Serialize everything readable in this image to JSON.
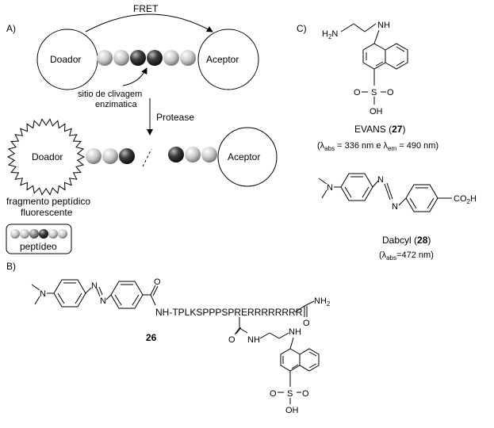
{
  "panel_a": {
    "label": "A)",
    "fret": "FRET",
    "donor": "Doador",
    "acceptor": "Aceptor",
    "cleavage_line1": "sitio de clivagem",
    "cleavage_line2": "enzimatica",
    "protease": "Protease",
    "donor_fluor": "Doador",
    "acceptor2": "Aceptor",
    "fragment_line1": "fragmento peptídico",
    "fragment_line2": "fluorescente",
    "legend_label": "peptídeo"
  },
  "panel_b": {
    "label": "B)",
    "peptide": "NH-TPLKSPPPSPRERRRRRRRR",
    "nh2": "NH",
    "nh2_sub": "2",
    "nh1": "N",
    "nh1_h": "H",
    "nh_amine": "NH",
    "o1": "O",
    "o2": "O",
    "o3": "O",
    "o4": "O",
    "s": "S",
    "o5": "O",
    "oh": "OH",
    "n_dimethyl": "N",
    "n_azo1": "N",
    "n_azo2": "N",
    "compound": "26"
  },
  "panel_c": {
    "label": "C)",
    "h2n_h": "H",
    "h2n_sub": "2",
    "h2n_n": "N",
    "nh": "N",
    "nh_h": "H",
    "s": "S",
    "o_left": "O",
    "o_right": "O",
    "oh": "OH",
    "evans_name": "EVANS (",
    "evans_num": "27",
    "evans_close": ")",
    "evans_lambda": "(λ",
    "evans_abs": "abs",
    "evans_abs_val": " = 336 nm e λ",
    "evans_em": "em",
    "evans_em_val": " = 490 nm)",
    "n_dimethyl": "N",
    "n_azo1": "N",
    "n_azo2": "N",
    "co2h_co": "CO",
    "co2h_2": "2",
    "co2h_h": "H",
    "dabcyl_name": "Dabcyl (",
    "dabcyl_num": "28",
    "dabcyl_close": ")",
    "dabcyl_lambda": "(λ",
    "dabcyl_abs": "abs",
    "dabcyl_val": "=472 nm)"
  },
  "colors": {
    "ink": "#000000",
    "bead_light": "#d8d8d8",
    "bead_dark": "#3a3a3a"
  }
}
